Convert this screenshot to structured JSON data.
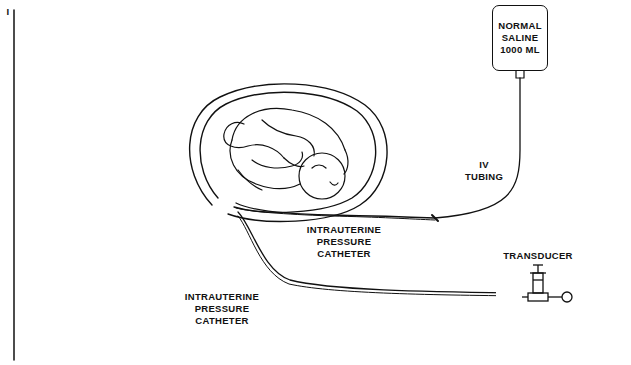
{
  "diagram": {
    "nodes": [
      {
        "text": [
          "NORMAL SALINE 1000 ML"
        ]
      },
      {
        "text": [
          "TRANSDUCER"
        ]
      }
    ],
    "labels": [
      "I",
      "IV TUBING",
      "INTRAUTERINE PRESSURE CATHETER",
      "INTRAUTERINE PRESSURE CATHETER"
    ]
  }
}
